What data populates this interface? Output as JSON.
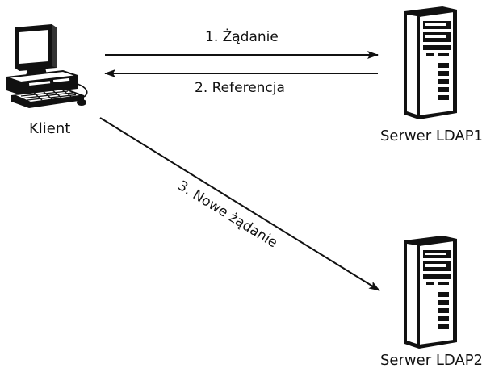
{
  "nodes": {
    "client": {
      "label": "Klient"
    },
    "server1": {
      "label": "Serwer LDAP1"
    },
    "server2": {
      "label": "Serwer LDAP2"
    }
  },
  "messages": [
    {
      "label": "1. Żądanie"
    },
    {
      "label": "2. Referencja"
    },
    {
      "label": "3. Nowe żądanie"
    }
  ],
  "colors": {
    "ink": "#111111",
    "background": "#ffffff"
  }
}
